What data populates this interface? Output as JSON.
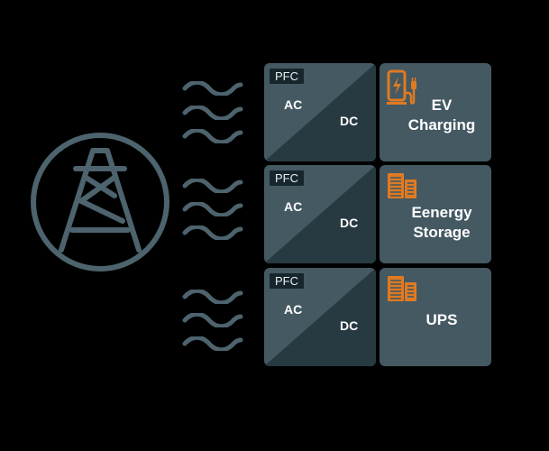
{
  "colors": {
    "background": "#000000",
    "box_light": "#445962",
    "box_dark": "#283a41",
    "wave": "#4d636d",
    "accent_orange": "#e07a22"
  },
  "icons": {
    "grid": "transmission-tower-icon",
    "ev": "ev-charger-icon",
    "battery": "battery-rack-icon"
  },
  "rows": [
    {
      "tag": "PFC",
      "ac": "AC",
      "dc": "DC",
      "app_icon": "ev-charger-icon",
      "app_line1": "EV",
      "app_line2": "Charging"
    },
    {
      "tag": "PFC",
      "ac": "AC",
      "dc": "DC",
      "app_icon": "battery-rack-icon",
      "app_line1": "Eenergy",
      "app_line2": "Storage"
    },
    {
      "tag": "PFC",
      "ac": "AC",
      "dc": "DC",
      "app_icon": "battery-rack-icon",
      "app_line1": "UPS",
      "app_line2": ""
    }
  ]
}
